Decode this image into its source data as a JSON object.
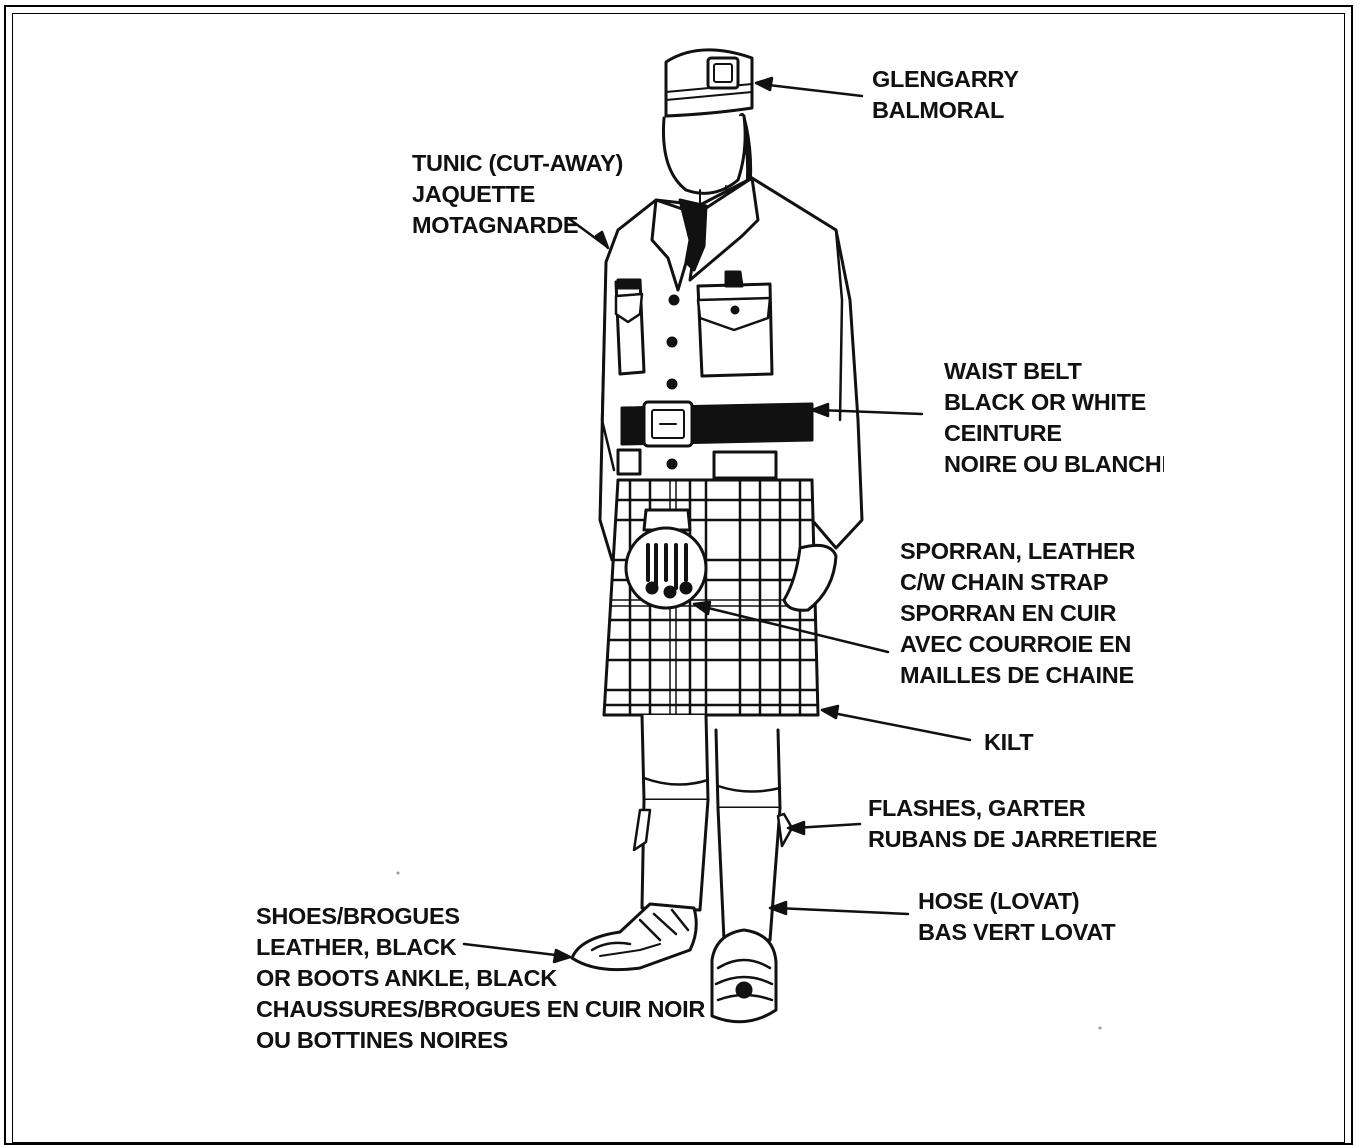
{
  "labels": {
    "glengarry": [
      "GLENGARRY",
      "BALMORAL"
    ],
    "tunic": [
      "TUNIC (CUT-AWAY)",
      "JAQUETTE",
      "MOTAGNARDE"
    ],
    "belt": [
      "WAIST BELT",
      "BLACK OR WHITE",
      "CEINTURE",
      "NOIRE OU BLANCHE"
    ],
    "sporran": [
      "SPORRAN, LEATHER",
      "C/W CHAIN STRAP",
      "SPORRAN EN CUIR",
      "AVEC COURROIE EN",
      "MAILLES DE CHAINE"
    ],
    "kilt": [
      "KILT"
    ],
    "flashes": [
      "FLASHES, GARTER",
      "RUBANS DE JARRETIERE"
    ],
    "hose": [
      "HOSE (LOVAT)",
      "BAS VERT LOVAT"
    ],
    "shoes": [
      "SHOES/BROGUES",
      "LEATHER, BLACK",
      "OR BOOTS ANKLE, BLACK",
      "CHAUSSURES/BROGUES EN CUIR NOIR",
      "OU BOTTINES NOIRES"
    ]
  }
}
